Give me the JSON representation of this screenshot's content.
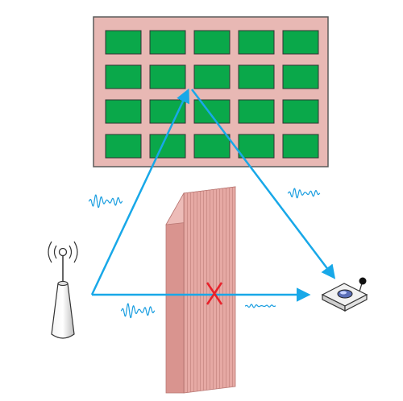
{
  "diagram": {
    "surface": {
      "rows": 4,
      "cols": 5,
      "panel_color": "#e8b8b4",
      "element_color": "#0aa84a",
      "border_color": "#5a5a5a"
    },
    "link_color": "#18a8e8",
    "blocked_marker_color": "#e8202a",
    "wall_color": "#e6a9a4",
    "wave_color": "#1a9ee0",
    "access_point": {
      "name": "access-point"
    },
    "receiver": {
      "name": "receiver-device"
    }
  }
}
